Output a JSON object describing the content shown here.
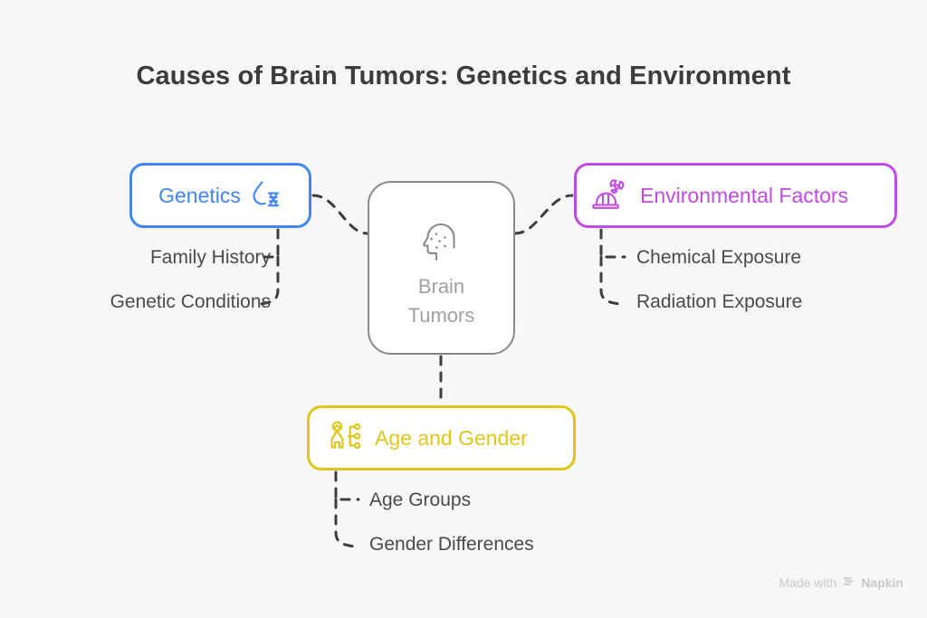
{
  "page": {
    "title": "Causes of Brain Tumors: Genetics and Environment",
    "background_color": "#f7f7f7"
  },
  "center_node": {
    "name": "brain-tumors",
    "line1": "Brain",
    "line2": "Tumors",
    "icon": "head-profile-icon",
    "color": "#8a8a8a",
    "text_color": "#a0a0a0"
  },
  "branches": [
    {
      "id": "genetics",
      "label": "Genetics",
      "icon": "dna-droplet-icon",
      "color": "#4285f4",
      "position": "left",
      "sub_items": [
        {
          "label": "Family History"
        },
        {
          "label": "Genetic Conditions"
        }
      ]
    },
    {
      "id": "environmental-factors",
      "label": "Environmental Factors",
      "icon": "hardhat-radiation-icon",
      "color": "#c14ae6",
      "position": "right",
      "sub_items": [
        {
          "label": "Chemical Exposure"
        },
        {
          "label": "Radiation Exposure"
        }
      ]
    },
    {
      "id": "age-and-gender",
      "label": "Age and Gender",
      "icon": "person-hierarchy-icon",
      "color": "#e0c61c",
      "position": "bottom",
      "sub_items": [
        {
          "label": "Age Groups"
        },
        {
          "label": "Gender Differences"
        }
      ]
    }
  ],
  "connector": {
    "style": "dashed",
    "color": "#3d3d3d"
  },
  "watermark": {
    "prefix": "Made with",
    "name": "Napkin",
    "icon": "napkin-logo-icon",
    "color": "#c9c9c9"
  }
}
